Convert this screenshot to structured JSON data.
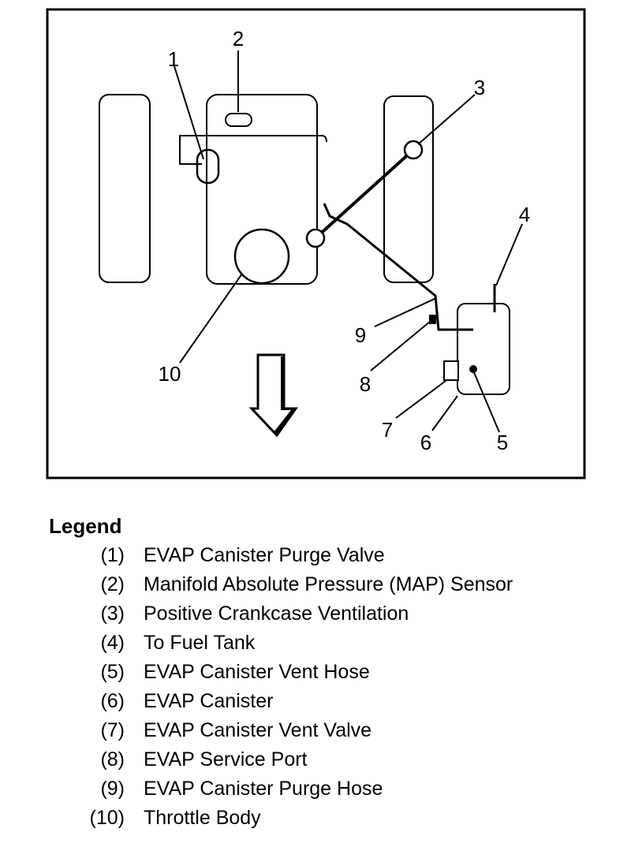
{
  "diagram": {
    "callouts": [
      "1",
      "2",
      "3",
      "4",
      "5",
      "6",
      "7",
      "8",
      "9",
      "10"
    ]
  },
  "legend": {
    "title": "Legend",
    "items": [
      {
        "num": "(1)",
        "text": "EVAP Canister Purge Valve"
      },
      {
        "num": "(2)",
        "text": "Manifold Absolute Pressure (MAP) Sensor"
      },
      {
        "num": "(3)",
        "text": "Positive Crankcase Ventilation"
      },
      {
        "num": "(4)",
        "text": "To Fuel Tank"
      },
      {
        "num": "(5)",
        "text": "EVAP Canister Vent Hose"
      },
      {
        "num": "(6)",
        "text": "EVAP Canister"
      },
      {
        "num": "(7)",
        "text": "EVAP Canister Vent Valve"
      },
      {
        "num": "(8)",
        "text": "EVAP Service Port"
      },
      {
        "num": "(9)",
        "text": "EVAP Canister Purge Hose"
      },
      {
        "num": "(10)",
        "text": "Throttle Body"
      }
    ]
  }
}
